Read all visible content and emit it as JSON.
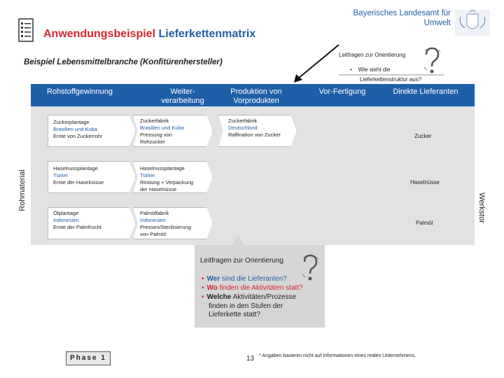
{
  "header": {
    "title_part1": "Anwendungsbeispiel",
    "title_part2": "Lieferkettenmatrix",
    "agency": "Bayerisches Landesamt für Umwelt",
    "subtitle": "Beispiel Lebensmittelbranche (Konfitürenhersteller)"
  },
  "leitfragen_small": {
    "title": "Leitfragen zur Orientierung",
    "bullet": "•",
    "line1": "Wie sieht die",
    "line2": "Lieferkettenstruktur aus?"
  },
  "columns": [
    "Rohstoffgewinnung",
    "Weiter- verarbeitung",
    "Produktion von Vorprodukten",
    "Vor-Fertigung",
    "Direkte Lieferanten"
  ],
  "side_labels": {
    "left": "Rohmaterial",
    "right": "Werkstor"
  },
  "rows": [
    {
      "c1": [
        "Zuckerplantage",
        "Brasilien und Kuba",
        "Ernte von Zuckerrohr"
      ],
      "c2": [
        "Zuckerfabrik",
        "Brasilien und Kuba",
        "Pressung von",
        "Rohzucker"
      ],
      "c3": [
        "Zuckerfabrik",
        "Deutschland",
        "Raffination von Zucker"
      ],
      "result": "Zucker"
    },
    {
      "c1": [
        "Haselnussplantage",
        "Türkei",
        "Ernte der Haselnüsse"
      ],
      "c2": [
        "Haselnussplantage",
        "Türkei",
        "Röstung + Verpackung",
        "der Haselnüsse"
      ],
      "result": "Haselnüsse"
    },
    {
      "c1": [
        "Ölplantage",
        "Indonesien",
        "Ernte der Palmfrucht"
      ],
      "c2": [
        "Palmölfabrik",
        "Indonesien",
        "Pressen/Sterilisierung",
        "von Palmöl"
      ],
      "result": "Palmöl"
    }
  ],
  "bubble": {
    "title": "Leitfragen zur Orientierung",
    "q1_strong": "Wer",
    "q1_rest": " sind die Lieferanten?",
    "q2_strong": "Wo",
    "q2_rest": " finden die Aktivitäten statt?",
    "q3_strong": "Welche",
    "q3_rest": " Aktivitäten/Prozesse",
    "q3_line2": "finden in den Stufen der",
    "q3_line3": "Lieferkette statt?"
  },
  "footer": {
    "phase": "Phase 1",
    "page": "13",
    "footnote": "* Angaben basieren nicht auf Informationen eines realen Unternehmens."
  },
  "colors": {
    "blue": "#1f5fa8",
    "red": "#d4262f",
    "grey": "#e2e2e2"
  }
}
